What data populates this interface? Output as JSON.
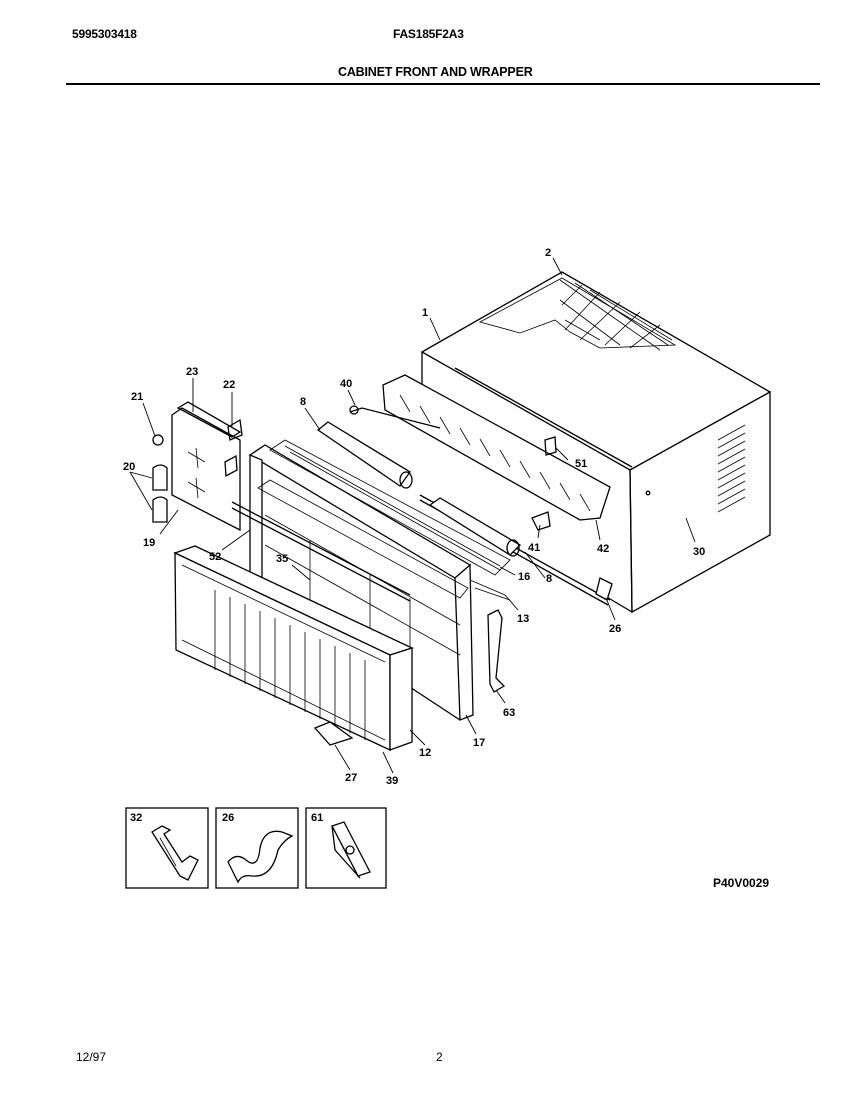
{
  "header": {
    "doc_number": "5995303418",
    "model_number": "FAS185F2A3",
    "section_title": "CABINET FRONT AND WRAPPER"
  },
  "drawing_id": "P40V0029",
  "footer": {
    "date": "12/97",
    "page": "2"
  },
  "callouts": {
    "c1": "1",
    "c2": "2",
    "c8a": "8",
    "c8b": "8",
    "c12": "12",
    "c13": "13",
    "c16": "16",
    "c17": "17",
    "c19": "19",
    "c20": "20",
    "c21": "21",
    "c22": "22",
    "c23": "23",
    "c26": "26",
    "c27": "27",
    "c30": "30",
    "c35": "35",
    "c39": "39",
    "c40": "40",
    "c41": "41",
    "c42": "42",
    "c51": "51",
    "c52": "52",
    "c63": "63"
  },
  "inset_labels": {
    "i32": "32",
    "i26": "26",
    "i61": "61"
  }
}
